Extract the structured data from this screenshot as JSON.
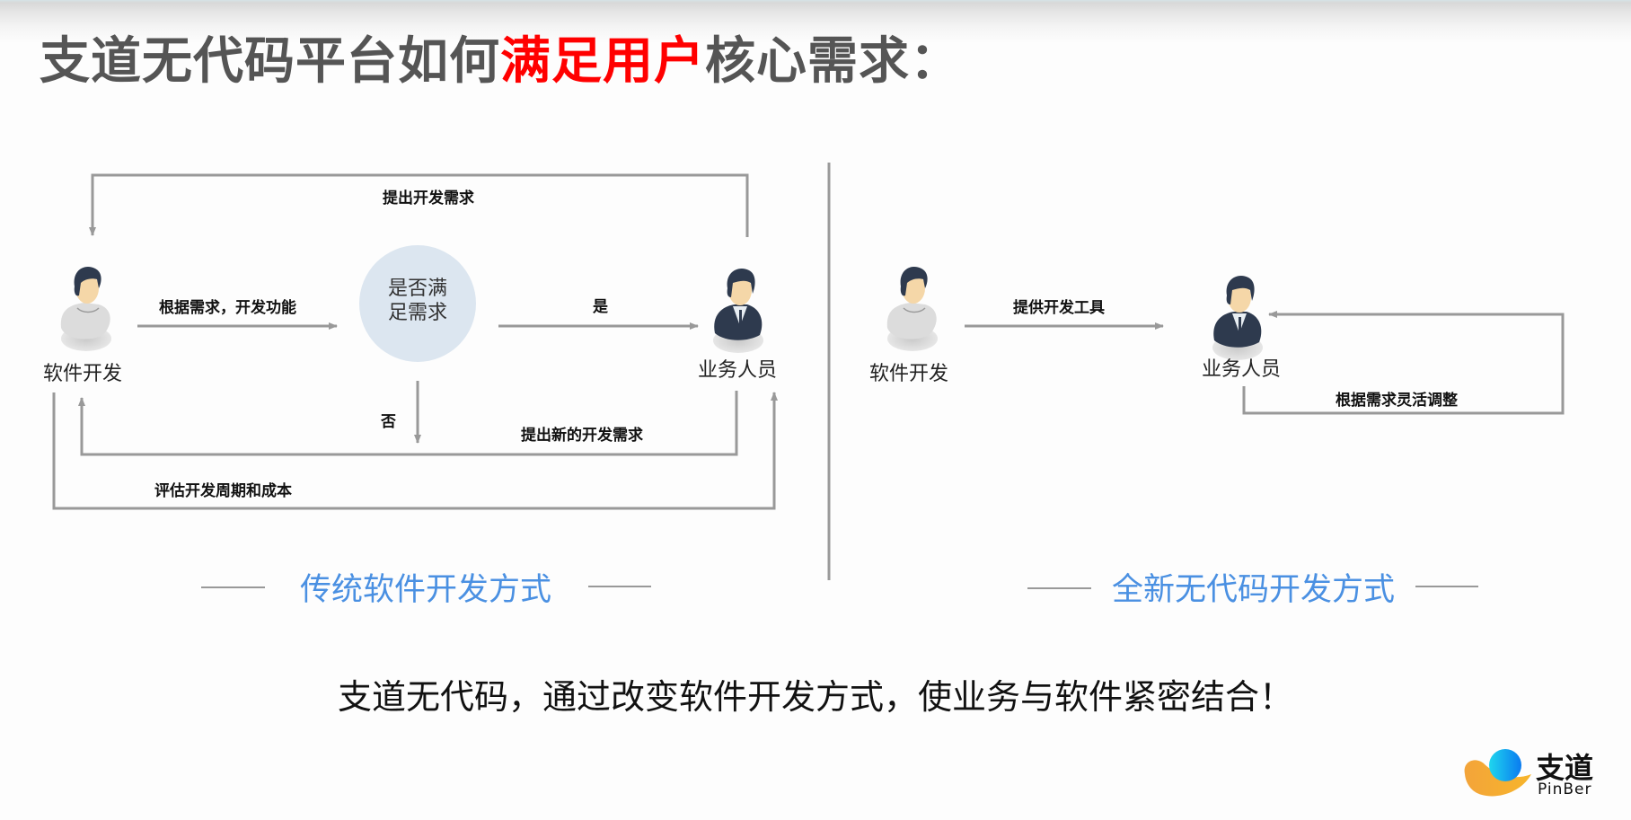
{
  "slide": {
    "title": {
      "prefix": "支道无代码平台如何",
      "highlight": "满足用户",
      "suffix": "核心需求：",
      "text_color": "#555555",
      "highlight_color": "#ff0000"
    },
    "traditional": {
      "section_title": "传统软件开发方式",
      "nodes": {
        "developer": "软件开发",
        "decision": "是否满足需求",
        "decision_line1": "是否满",
        "decision_line2": "足需求",
        "business": "业务人员"
      },
      "edges": {
        "propose_requirement": "提出开发需求",
        "develop_by_requirement": "根据需求，开发功能",
        "yes": "是",
        "no": "否",
        "propose_new_requirement": "提出新的开发需求",
        "evaluate_cycle_cost": "评估开发周期和成本"
      }
    },
    "nocode": {
      "section_title": "全新无代码开发方式",
      "nodes": {
        "developer": "软件开发",
        "business": "业务人员"
      },
      "edges": {
        "provide_tools": "提供开发工具",
        "flexible_adjust": "根据需求灵活调整"
      }
    },
    "tagline": "支道无代码，通过改变软件开发方式，使业务与软件紧密结合！",
    "logo": {
      "name_cn": "支道",
      "name_en": "PinBer"
    },
    "colors": {
      "section_title": "#4a90e2",
      "arrow": "#999999",
      "decision_fill": "#dce6f0",
      "divider": "#9a9a9a"
    }
  }
}
